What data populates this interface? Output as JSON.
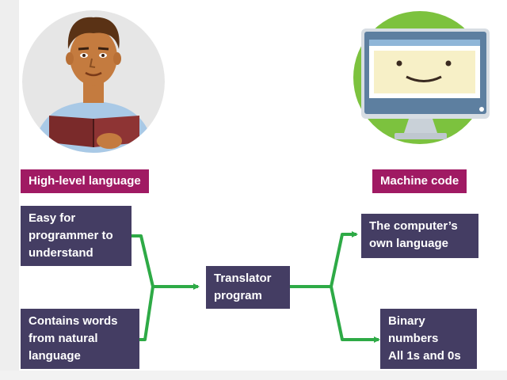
{
  "labels": {
    "left": "High-level language",
    "right": "Machine code"
  },
  "inputs": [
    {
      "lines": [
        "Easy for",
        "programmer to",
        "understand"
      ]
    },
    {
      "lines": [
        "Contains words",
        "from natural",
        "language"
      ]
    }
  ],
  "translator": {
    "lines": [
      "Translator",
      "program"
    ]
  },
  "outputs": [
    {
      "lines": [
        "The computer’s",
        "own language"
      ]
    },
    {
      "lines": [
        "Binary",
        "numbers",
        "All 1s and 0s"
      ]
    }
  ],
  "colors": {
    "tag": "#a01a63",
    "box": "#443d63",
    "arrow": "#2eaa46",
    "avatar_bg": "#e6e6e6",
    "monitor_bg": "#7cc23e"
  },
  "icons": {
    "left": "person-reading-book-icon",
    "right": "smiling-computer-monitor-icon"
  }
}
